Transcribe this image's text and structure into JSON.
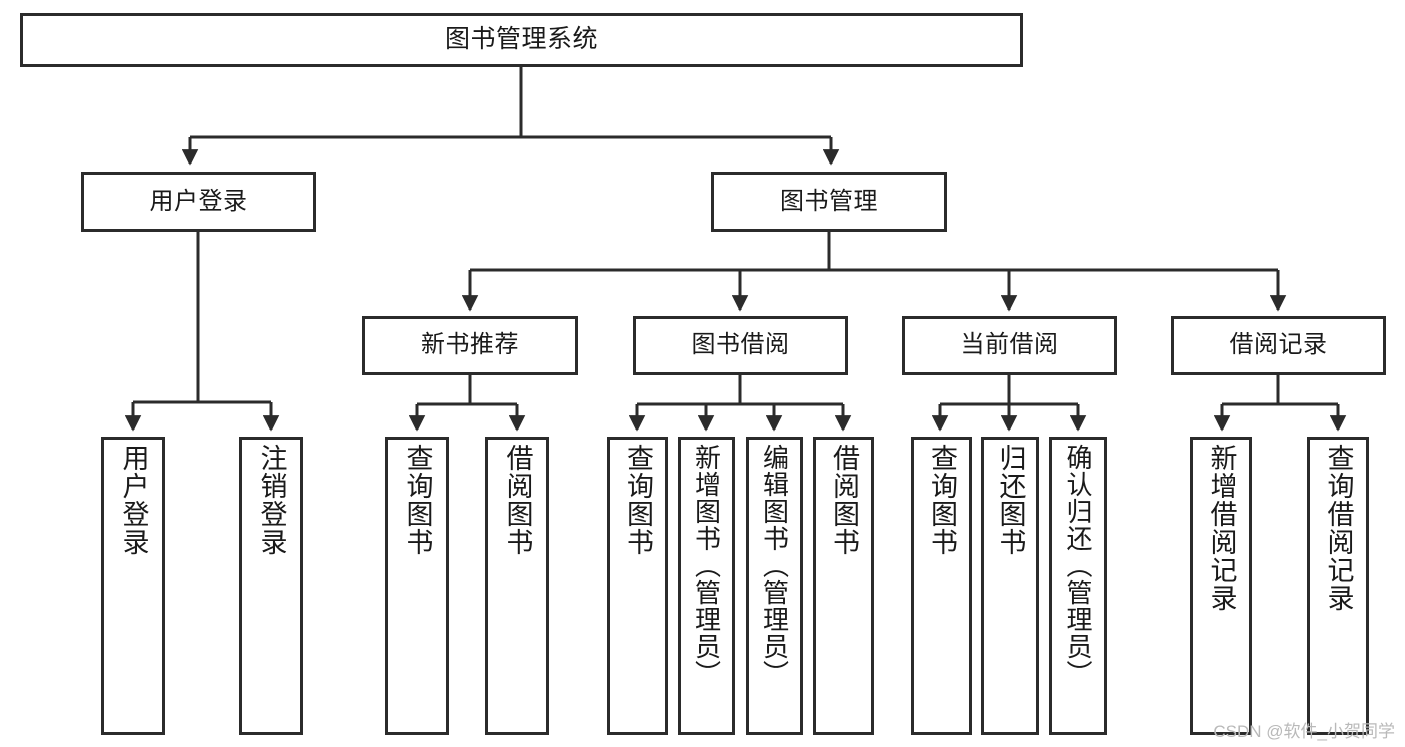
{
  "diagram": {
    "title": "图书管理系统",
    "type": "tree",
    "watermark": "CSDN @软件_小贺同学",
    "colors": {
      "box_border": "#2b2b2b",
      "box_fill": "#ffffff",
      "connector": "#2b2b2b",
      "text": "#1a1a1a",
      "watermark": "#b9b9b9"
    }
  },
  "nodes": {
    "root": {
      "label": "图书管理系统"
    },
    "level2": [
      {
        "label": "用户登录"
      },
      {
        "label": "图书管理"
      }
    ],
    "level3": [
      {
        "label": "新书推荐"
      },
      {
        "label": "图书借阅"
      },
      {
        "label": "当前借阅"
      },
      {
        "label": "借阅记录"
      }
    ],
    "leaves": {
      "user_login": [
        {
          "label": "用户登录"
        },
        {
          "label": "注销登录"
        }
      ],
      "new_book_recommend": [
        {
          "label": "查询图书"
        },
        {
          "label": "借阅图书"
        }
      ],
      "book_borrow": [
        {
          "label": "查询图书"
        },
        {
          "label": "新增图书（管理员）"
        },
        {
          "label": "编辑图书（管理员）"
        },
        {
          "label": "借阅图书"
        }
      ],
      "current_borrow": [
        {
          "label": "查询图书"
        },
        {
          "label": "归还图书"
        },
        {
          "label": "确认归还（管理员）"
        }
      ],
      "borrow_record": [
        {
          "label": "新增借阅记录"
        },
        {
          "label": "查询借阅记录"
        }
      ]
    }
  }
}
